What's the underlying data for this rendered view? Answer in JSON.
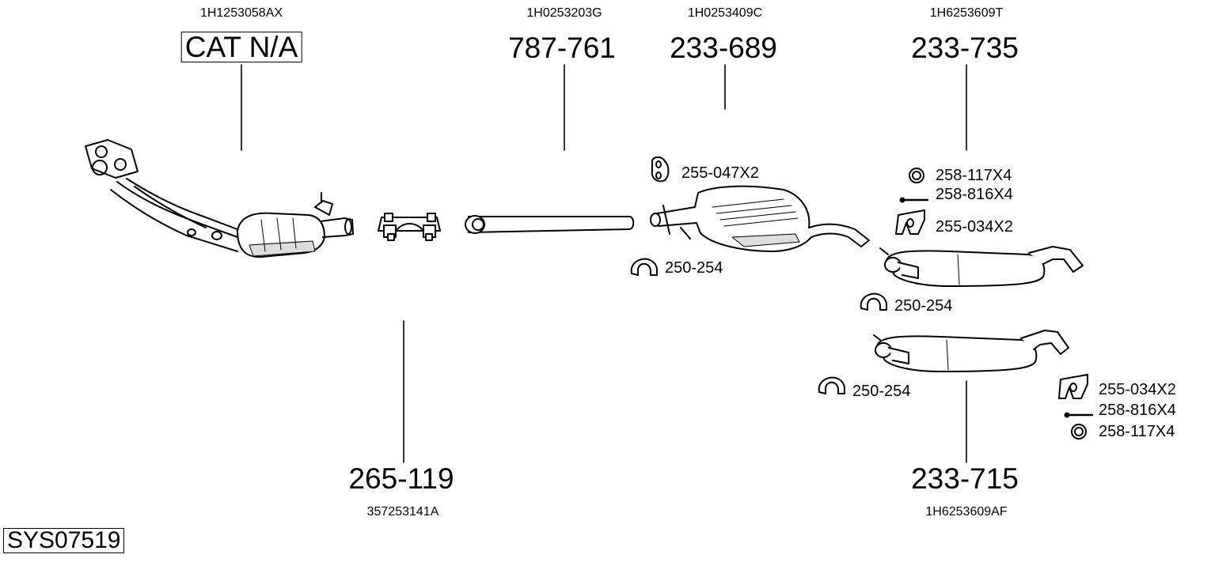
{
  "system_code": "SYS07519",
  "parts": [
    {
      "id": "catalyst",
      "oe": "1H1253058AX",
      "pn": "CAT N/A"
    },
    {
      "id": "clamp",
      "oe": "357253141A",
      "pn": "265-119"
    },
    {
      "id": "front-pipe",
      "oe": "1H0253203G",
      "pn": "787-761"
    },
    {
      "id": "center-silencer",
      "oe": "1H0253409C",
      "pn": "233-689"
    },
    {
      "id": "rear-silencer-a",
      "oe": "1H6253609T",
      "pn": "233-735"
    },
    {
      "id": "rear-silencer-b",
      "oe": "1H6253609AF",
      "pn": "233-715"
    }
  ],
  "accessories": {
    "center_hanger": "255-047X2",
    "center_clamp": "250-254",
    "rear_a_ring": "258-117X4",
    "rear_a_bolt": "258-816X4",
    "rear_a_hanger": "255-034X2",
    "rear_a_clamp": "250-254",
    "rear_b_clamp": "250-254",
    "rear_b_hanger": "255-034X2",
    "rear_b_bolt": "258-816X4",
    "rear_b_ring": "258-117X4"
  }
}
